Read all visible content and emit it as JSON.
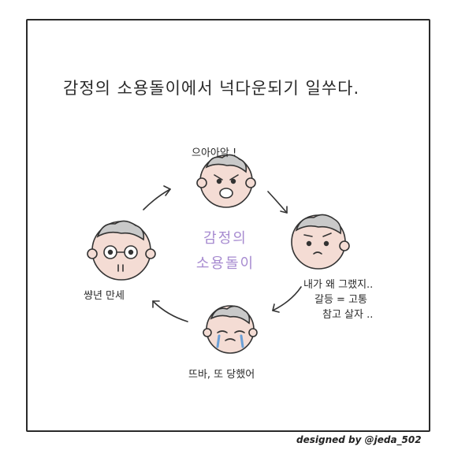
{
  "title": "감정의 소용돌이에서 넉다운되기 일쑤다.",
  "center_label": {
    "line1": "감정의",
    "line2": "소용돌이"
  },
  "faces": {
    "top": {
      "caption": "으아아악 !"
    },
    "right": {
      "caption_lines": [
        "내가 왜 그랬지..",
        "갈등 = 고통",
        "참고 살자 .."
      ]
    },
    "bottom": {
      "caption": "뜨바, 또 당했어"
    },
    "left": {
      "caption": "썅년 만세"
    }
  },
  "credit": "designed by @jeda_502",
  "colors": {
    "accent": "#a68ad0",
    "tears": "#6aa0d8",
    "skin": "#f4dcd4",
    "hair": "#c9c9c9"
  }
}
